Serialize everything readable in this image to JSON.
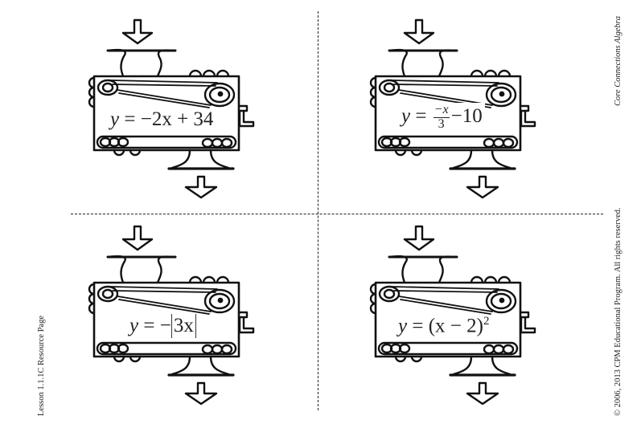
{
  "page": {
    "left_margin_label": "Lesson 1.1.1C Resource Page",
    "right_margin_top": "Core Connections Algebra",
    "right_margin_bottom": "© 2006, 2013 CPM Educational Program.  All rights reserved."
  },
  "machines": [
    {
      "id": "top-left",
      "equation_text": "y = −2x + 34",
      "parts": {
        "y": "y",
        "eq": " = ",
        "rhs": "−2x + 34"
      }
    },
    {
      "id": "top-right",
      "equation_text": "y = (−x)/3 − 10",
      "parts": {
        "y": "y",
        "eq": " = ",
        "num": "−x",
        "den": "3",
        "rest": "−10"
      }
    },
    {
      "id": "bottom-left",
      "equation_text": "y = −|3x|",
      "parts": {
        "y": "y",
        "eq": " = −",
        "inner": "3x"
      }
    },
    {
      "id": "bottom-right",
      "equation_text": "y = (x − 2)²",
      "parts": {
        "y": "y",
        "eq": " = ",
        "rhs": "(x − 2)",
        "exp": "2"
      }
    }
  ],
  "icons": {
    "input_arrow": "down-arrow",
    "output_arrow": "down-arrow",
    "machine": "function-machine"
  },
  "layout": {
    "divider_style": "dashed",
    "divider_color": "#222222"
  }
}
